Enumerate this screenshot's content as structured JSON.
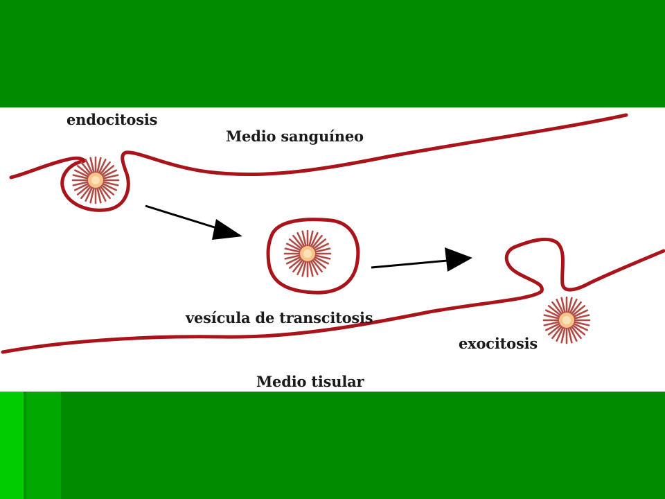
{
  "labels": {
    "endocitosis": "endocitosis",
    "medio_sanguineo": "Medio sanguíneo",
    "vesicula": "vesícula de transcitosis",
    "exocitosis": "exocitosis",
    "medio_tisular": "Medio tisular"
  },
  "colors": {
    "slide_green": "#008b00",
    "accent_green_light": "#00cc00",
    "accent_green_mid": "#00a800",
    "membrane": "#a8141a",
    "particle_spikes": "#b04a45",
    "particle_center": "#f7c58a",
    "arrow": "#000000"
  }
}
